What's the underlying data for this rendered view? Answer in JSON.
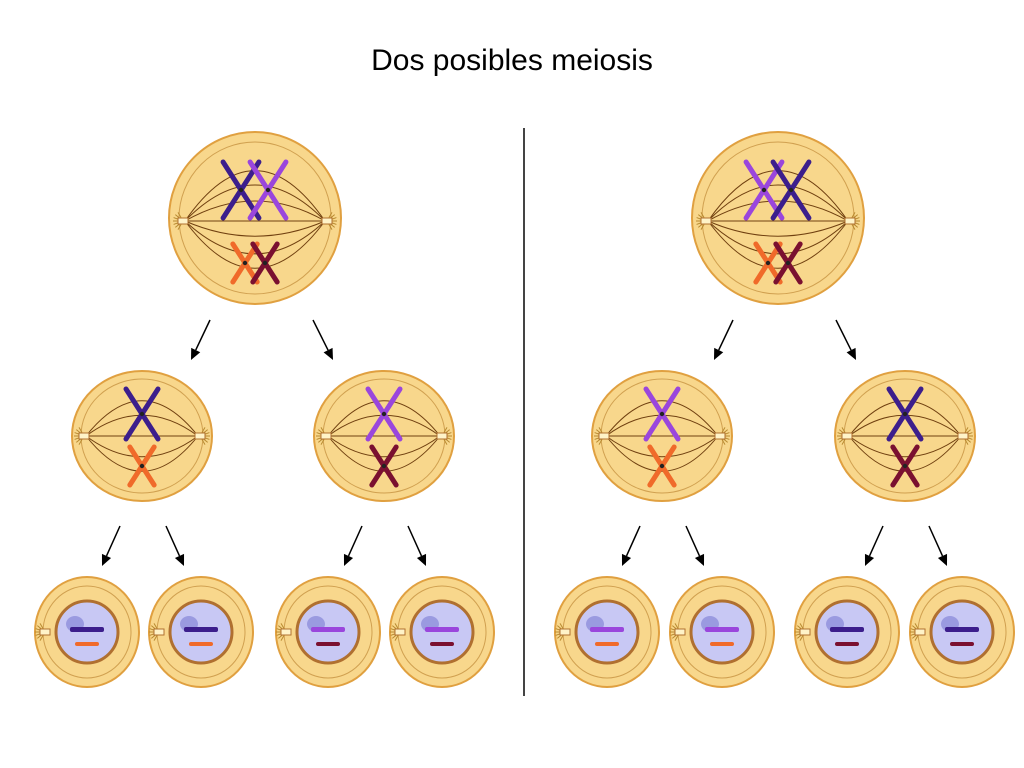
{
  "title": "Dos posibles meiosis",
  "colors": {
    "cell_fill": "#f8d78c",
    "cell_edge": "#e0a040",
    "nucleus_fill": "#c8c8f4",
    "nucleus_edge": "#b07030",
    "spindle": "#704010",
    "divider": "#444444",
    "arrow": "#000000"
  },
  "chromosome_palette": {
    "dark-purple": "#3c1e8c",
    "light-purple": "#9a46dc",
    "orange": "#f06a2a",
    "dark-red": "#7a1030"
  },
  "panels": [
    {
      "name": "left",
      "parent": {
        "pair_a": [
          "dark-purple",
          "light-purple"
        ],
        "pair_b": [
          "orange",
          "dark-red"
        ]
      },
      "secondary": [
        {
          "top": "dark-purple",
          "bottom": "orange"
        },
        {
          "top": "light-purple",
          "bottom": "dark-red"
        }
      ],
      "gametes": [
        {
          "top": "dark-purple",
          "bottom": "orange"
        },
        {
          "top": "dark-purple",
          "bottom": "orange"
        },
        {
          "top": "light-purple",
          "bottom": "dark-red"
        },
        {
          "top": "light-purple",
          "bottom": "dark-red"
        }
      ]
    },
    {
      "name": "right",
      "parent": {
        "pair_a": [
          "light-purple",
          "dark-purple"
        ],
        "pair_b": [
          "orange",
          "dark-red"
        ]
      },
      "secondary": [
        {
          "top": "light-purple",
          "bottom": "orange"
        },
        {
          "top": "dark-purple",
          "bottom": "dark-red"
        }
      ],
      "gametes": [
        {
          "top": "light-purple",
          "bottom": "orange"
        },
        {
          "top": "light-purple",
          "bottom": "orange"
        },
        {
          "top": "dark-purple",
          "bottom": "dark-red"
        },
        {
          "top": "dark-purple",
          "bottom": "dark-red"
        }
      ]
    }
  ]
}
